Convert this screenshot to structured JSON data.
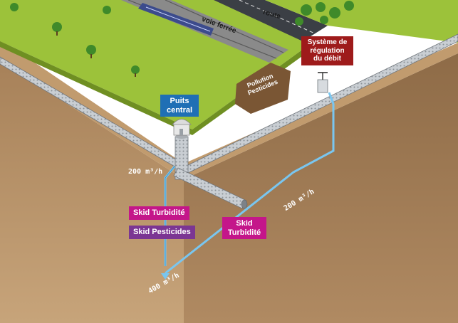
{
  "labels": {
    "road": "route",
    "railway": "voie ferrée",
    "pollution": "Pollution Pesticides",
    "central_well": "Puits central",
    "regulation_line1": "Système de",
    "regulation_line2": "régulation",
    "regulation_line3": "du débit",
    "skid_turbidity_left": "Skid Turbidité",
    "skid_pesticides": "Skid Pesticides",
    "skid_turbidity_right": "Skid Turbidité",
    "flow_well": "200 m³/h",
    "flow_pipe": "200 m³/h",
    "flow_total": "400 m³/h"
  },
  "colors": {
    "grass": "#9cc23a",
    "soil": "#b89268",
    "soil_dark": "#8e6b47",
    "road": "#3b3f45",
    "pipe": "#c9ced3",
    "water_line": "#79c6f0",
    "central_well_tag": "#1f6fb5",
    "regulation_tag": "#9e1b1b",
    "turbidity_tag": "#c4168a",
    "pesticides_tag": "#7b3593"
  }
}
